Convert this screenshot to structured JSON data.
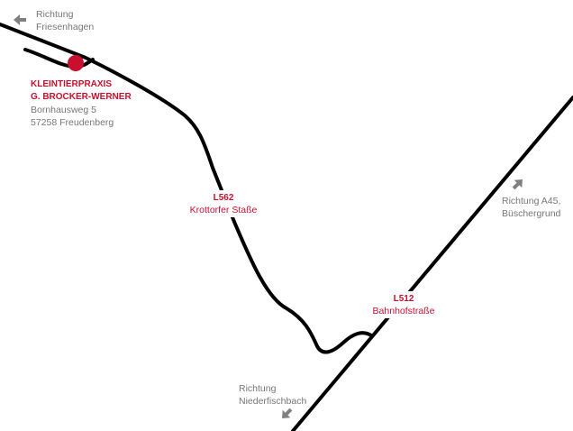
{
  "colors": {
    "road": "#000000",
    "accent": "#c8102e",
    "text": "#777777",
    "arrow": "#808080",
    "background": "#ffffff"
  },
  "directions": [
    {
      "line1": "Richtung",
      "line2": "Friesenhagen",
      "icon": "arrow-left-icon"
    },
    {
      "line1": "Richtung A45,",
      "line2": "Büschergrund",
      "icon": "arrow-up-right-icon"
    },
    {
      "line1": "Richtung",
      "line2": "Niederfischbach",
      "icon": "arrow-down-left-icon"
    }
  ],
  "practice": {
    "name": "KLEINTIERPRAXIS",
    "owner": "G. BROCKER-WERNER",
    "street": "Bornhausweg 5",
    "city": "57258 Freudenberg",
    "marker_icon": "location-dot-icon"
  },
  "roads": [
    {
      "number": "L562",
      "name": "Krottorfer Staße"
    },
    {
      "number": "L512",
      "name": "Bahnhofstraße"
    }
  ]
}
